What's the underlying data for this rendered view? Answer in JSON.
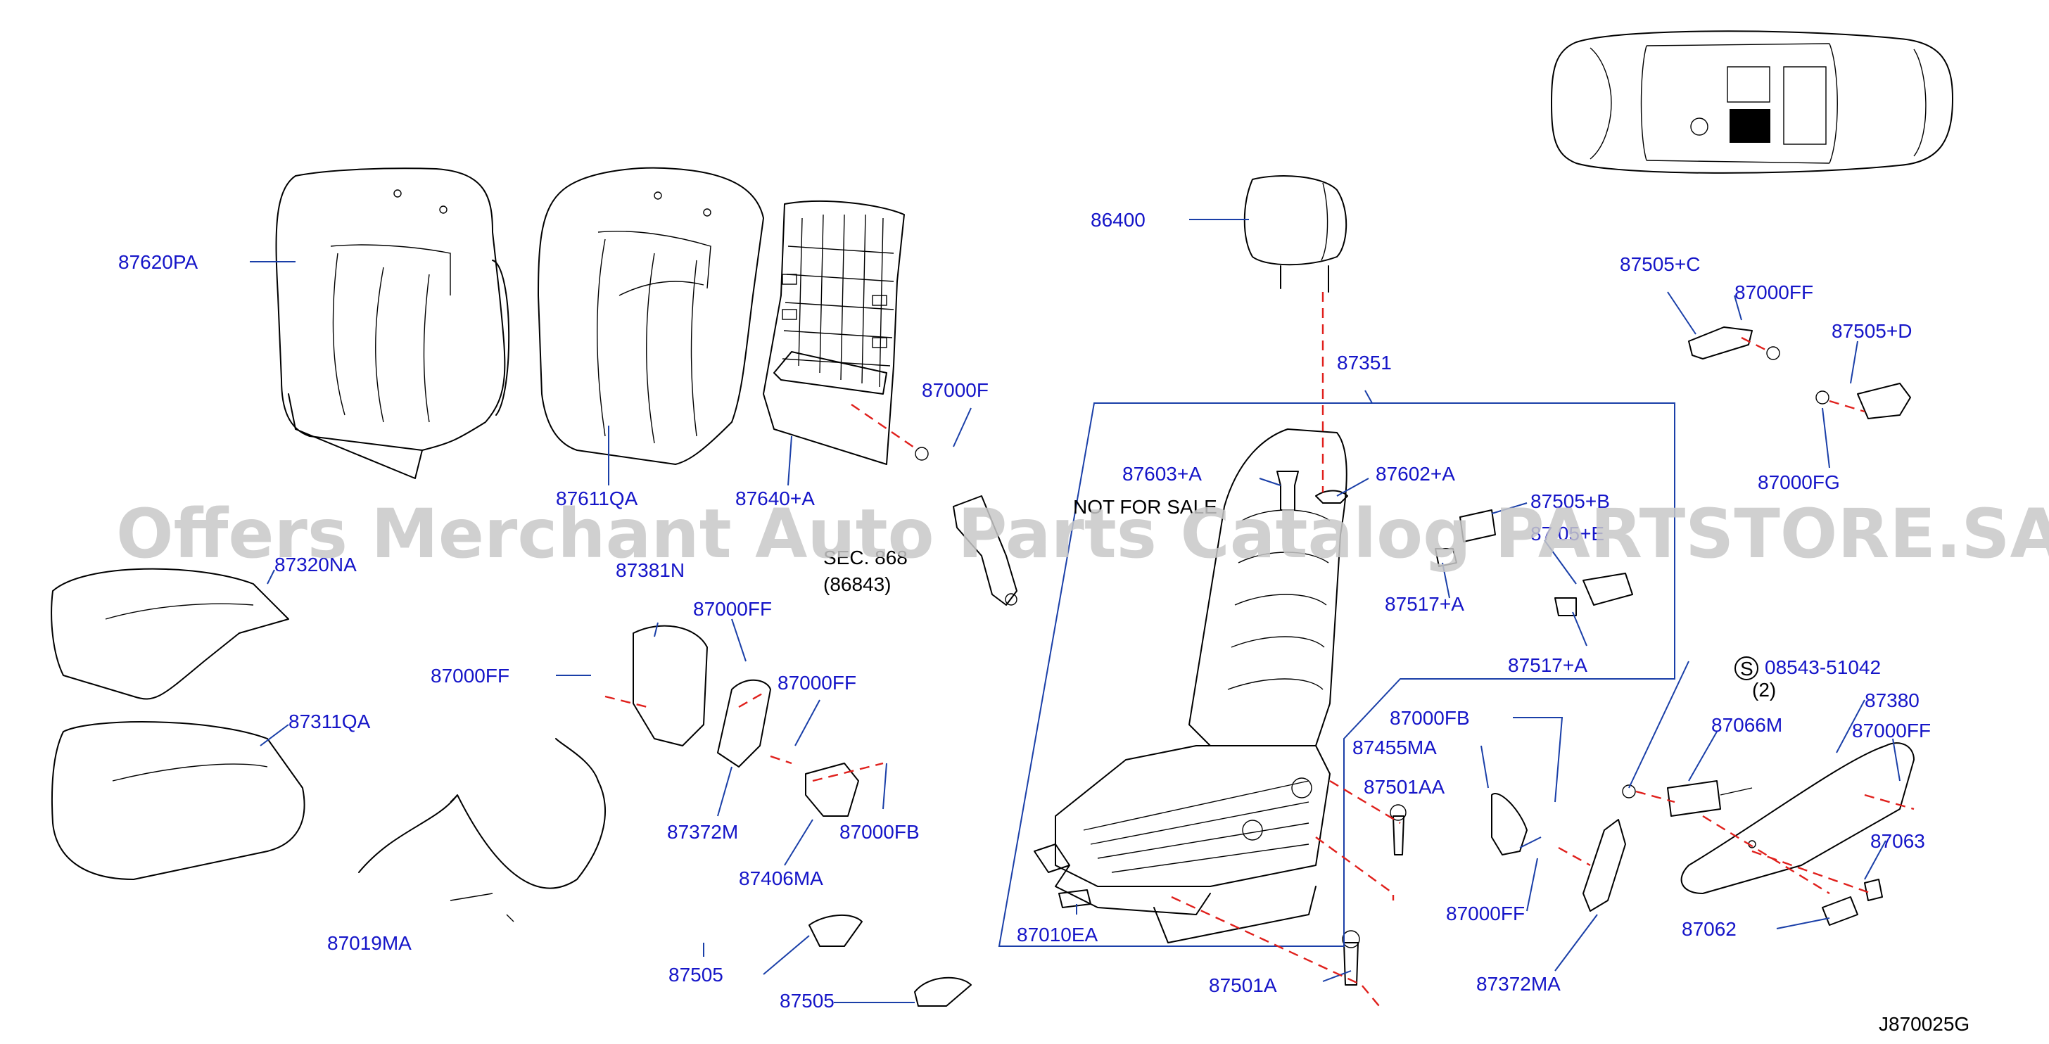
{
  "labels": {
    "p87620PA": "87620PA",
    "p87611QA": "87611QA",
    "p87640A": "87640+A",
    "p87000F": "87000F",
    "p86400": "86400",
    "p87351": "87351",
    "p87603A": "87603+A",
    "p87602A": "87602+A",
    "p87505B": "87505+B",
    "p87505E": "87 05+E",
    "p87517A_1": "87517+A",
    "p87517A_2": "87517+A",
    "p87505C": "87505+C",
    "p87000FF_top": "87000FF",
    "p87505D": "87505+D",
    "p87000FG": "87000FG",
    "p87320NA": "87320NA",
    "p87311QA": "87311QA",
    "p87381N": "87381N",
    "p87000FF_a": "87000FF",
    "p87000FF_b": "87000FF",
    "p87000FF_c": "87000FF",
    "p87372M": "87372M",
    "p87000FB_a": "87000FB",
    "p87406MA": "87406MA",
    "p87019MA": "87019MA",
    "p87505_a": "87505",
    "p87505_b": "87505",
    "p87010EA": "87010EA",
    "p87000FB_b": "87000FB",
    "p87455MA": "87455MA",
    "p87501AA": "87501AA",
    "p87000FF_d": "87000FF",
    "p87372MA": "87372MA",
    "p87501A": "87501A",
    "p08543": "08543-51042",
    "p08543_qty": "(2)",
    "p87066M": "87066M",
    "p87380": "87380",
    "p87000FF_e": "87000FF",
    "p87063": "87063",
    "p87062": "87062",
    "sec_ref": "SEC. 868",
    "sec_ref_part": "(86843)",
    "not_for_sale": "NOT FOR SALE",
    "s_symbol": "S"
  },
  "diagram_code": "J870025G",
  "watermark": "Offers Merchant Auto Parts Catalog PARTSTORE.SA",
  "colors": {
    "label": "#1515c8",
    "leader": "#1a3fa8",
    "dashed": "#e0201c",
    "lines": "#000000",
    "watermark": "#c8c8c8"
  }
}
